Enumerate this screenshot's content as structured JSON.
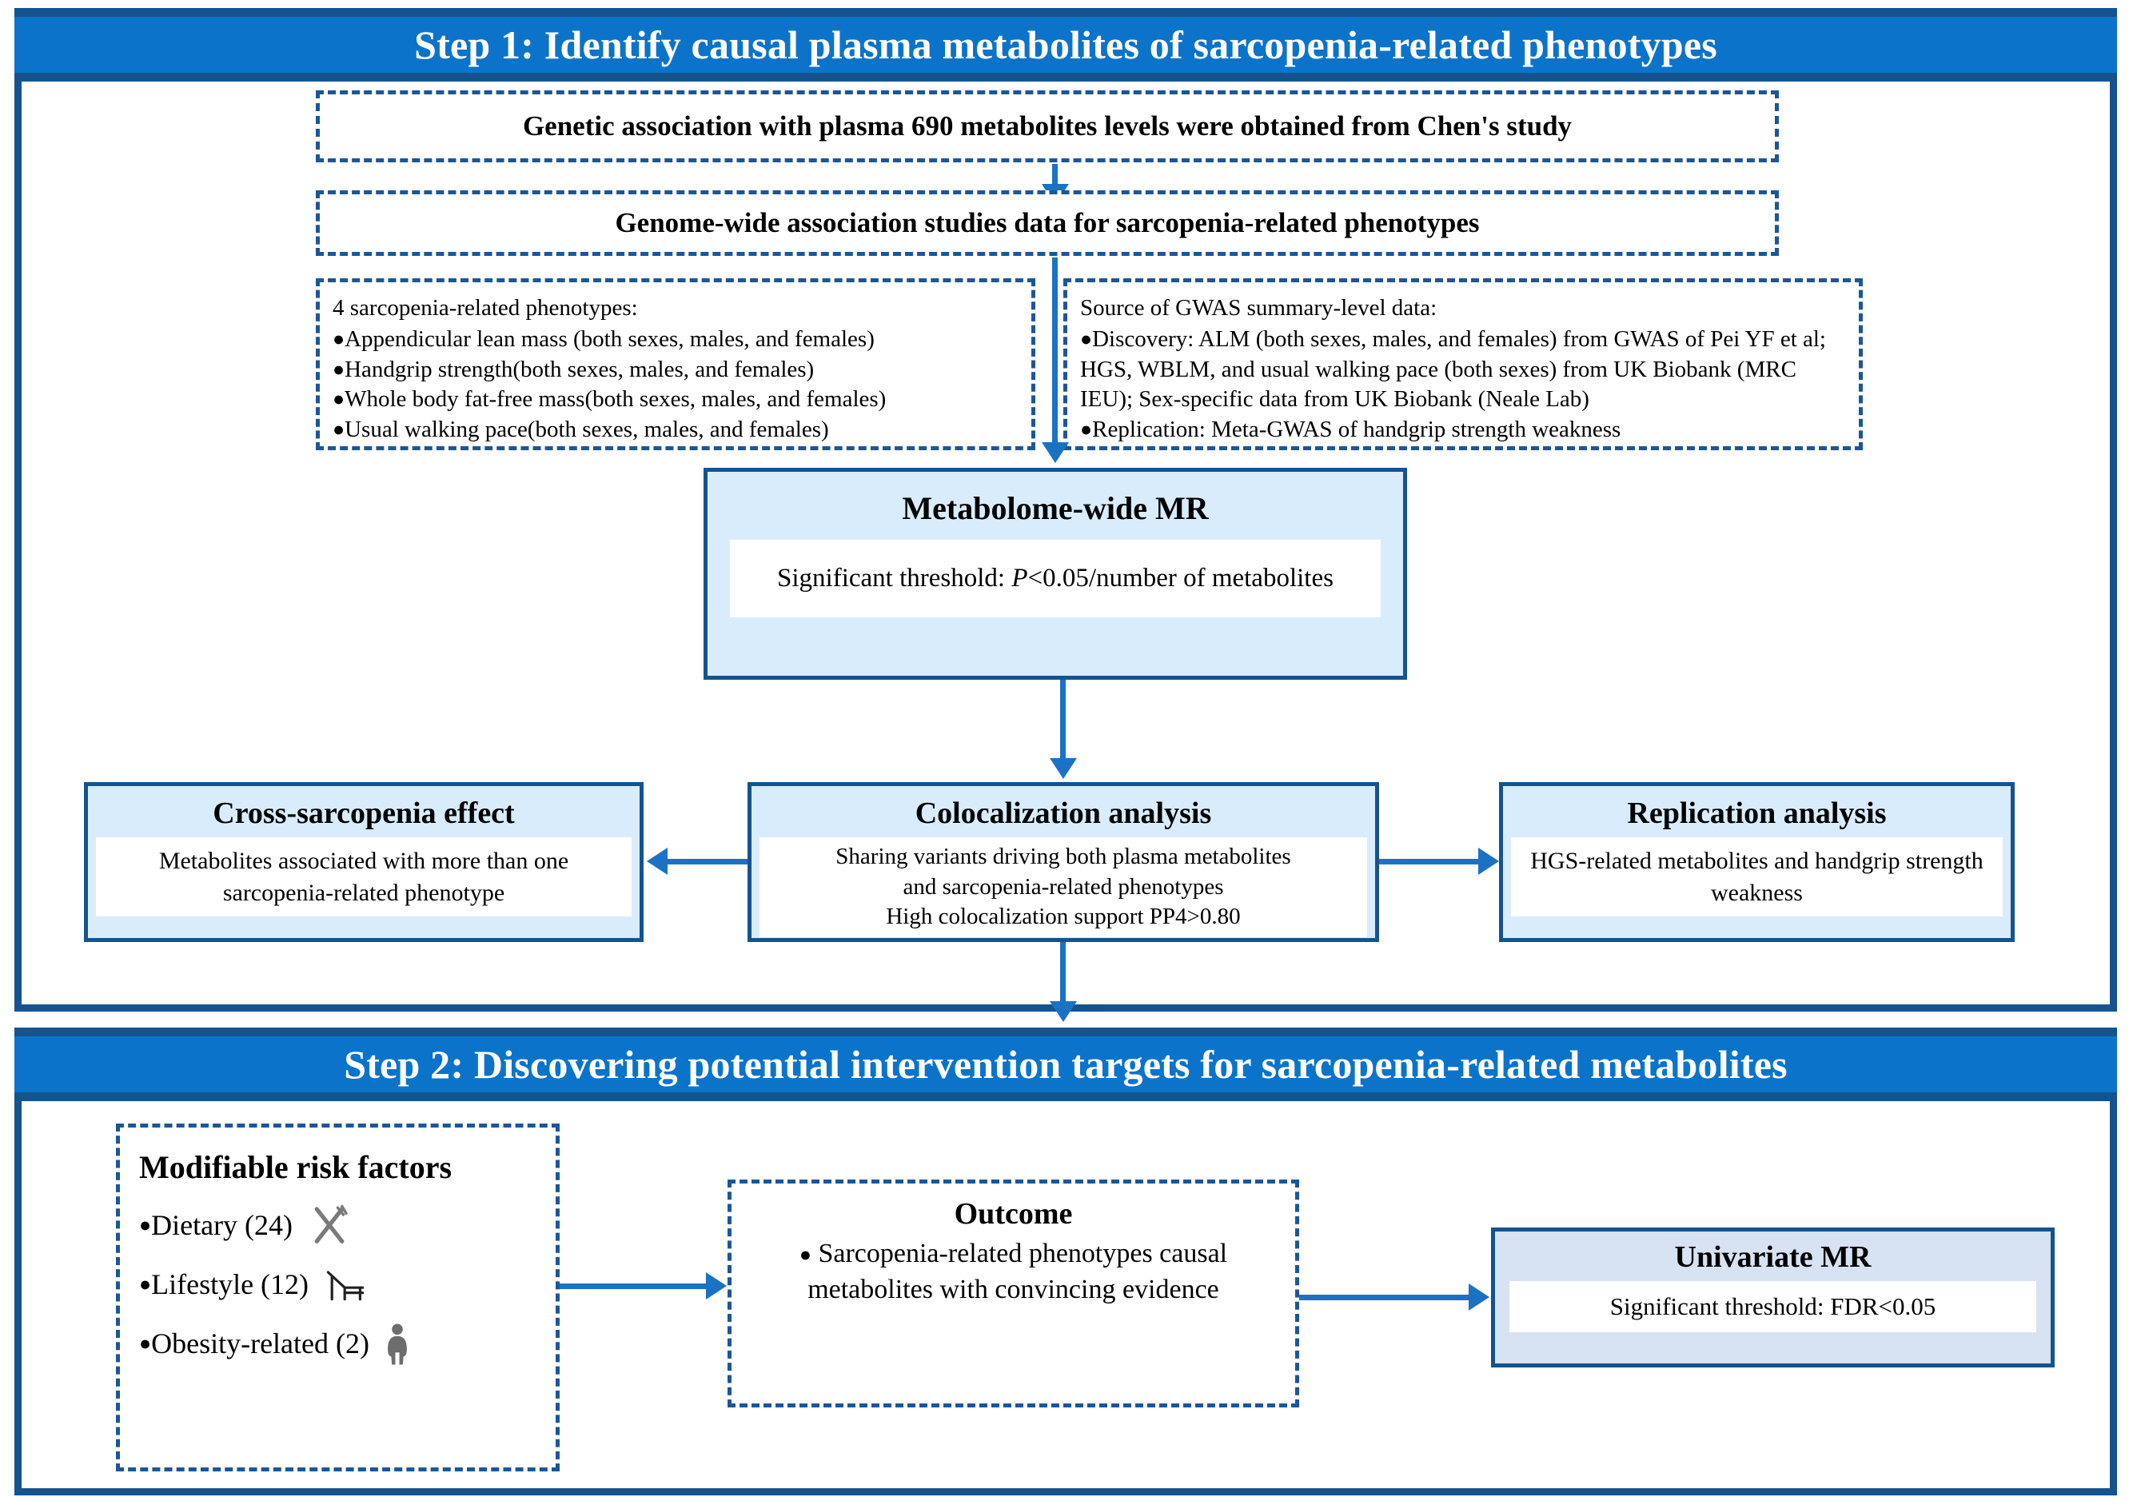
{
  "steps": {
    "step1_banner": "Step 1: Identify causal plasma metabolites of sarcopenia-related phenotypes",
    "step2_banner": "Step 2: Discovering potential intervention targets for sarcopenia-related metabolites"
  },
  "step1": {
    "source_chen": "Genetic association with plasma 690 metabolites levels were obtained from Chen's study",
    "gwas_data": "Genome-wide association studies data for sarcopenia-related phenotypes",
    "phenotypes": {
      "heading": "4 sarcopenia-related phenotypes:",
      "items": [
        "Appendicular lean mass (both sexes, males, and females)",
        "Handgrip strength(both sexes, males, and females)",
        "Whole body fat-free mass(both sexes, males, and females)",
        "Usual walking pace(both sexes, males, and females)"
      ]
    },
    "sources": {
      "heading": "Source of GWAS summary-level data:",
      "items": [
        "Discovery: ALM (both sexes, males, and females) from GWAS of Pei YF et al; HGS, WBLM, and usual walking pace (both sexes) from UK Biobank (MRC IEU); Sex-specific data from UK Biobank (Neale Lab)",
        "Replication: Meta-GWAS of handgrip strength weakness"
      ]
    },
    "metabolome_mr": {
      "title": "Metabolome-wide MR",
      "threshold_prefix": "Significant threshold: ",
      "threshold_italic": "P",
      "threshold_suffix": "<0.05/number of metabolites"
    },
    "cross_sarcopenia": {
      "title": "Cross-sarcopenia effect",
      "body": "Metabolites associated with more than one sarcopenia-related phenotype"
    },
    "colocalization": {
      "title": "Colocalization analysis",
      "line1": "Sharing variants driving both plasma metabolites",
      "line2": "and sarcopenia-related phenotypes",
      "line3": "High colocalization support PP4>0.80"
    },
    "replication": {
      "title": "Replication analysis",
      "body": "HGS-related metabolites and handgrip strength weakness"
    }
  },
  "step2": {
    "risk_factors": {
      "title": "Modifiable risk factors",
      "items": [
        {
          "label": "Dietary (24)",
          "icon": "fork-knife-icon"
        },
        {
          "label": "Lifestyle (12)",
          "icon": "deck-chair-icon"
        },
        {
          "label": "Obesity-related (2)",
          "icon": "person-icon"
        }
      ]
    },
    "outcome": {
      "title": "Outcome",
      "body": "Sarcopenia-related phenotypes causal metabolites with convincing evidence"
    },
    "univariate_mr": {
      "title": "Univariate MR",
      "threshold": "Significant threshold: FDR<0.05"
    }
  },
  "colors": {
    "banner_blue": "#0b74ca",
    "frame_navy": "#15538f",
    "box_fill_light": "#d9ecfc",
    "box_fill_muted": "#d7e2f2",
    "arrow_blue": "#1b72c4",
    "dashed_blue": "#1b5699"
  }
}
